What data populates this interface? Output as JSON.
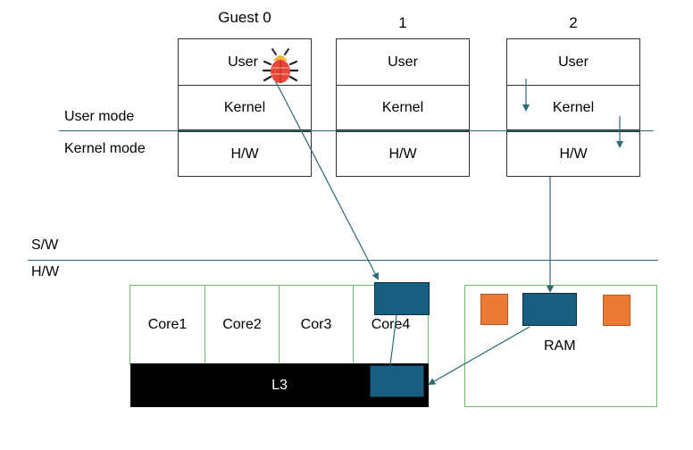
{
  "guests": [
    {
      "title": "Guest 0",
      "user": "User",
      "kernel": "Kernel",
      "hw": "H/W"
    },
    {
      "title": "1",
      "user": "User",
      "kernel": "Kernel",
      "hw": "H/W"
    },
    {
      "title": "2",
      "user": "User",
      "kernel": "Kernel",
      "hw": "H/W"
    }
  ],
  "modes": {
    "user": "User mode",
    "kernel": "Kernel mode"
  },
  "layers": {
    "sw": "S/W",
    "hw": "H/W"
  },
  "cpu": {
    "cores": [
      "Core1",
      "Core2",
      "Cor3",
      "Core4"
    ],
    "l3": "L3"
  },
  "ram": {
    "label": "RAM"
  },
  "icons": {
    "malware": "bug-icon"
  },
  "colors": {
    "cache_block": "#175e80",
    "orange_block": "#ec7a34",
    "box_border": "#6cb86c",
    "line": "#2a6a77"
  }
}
